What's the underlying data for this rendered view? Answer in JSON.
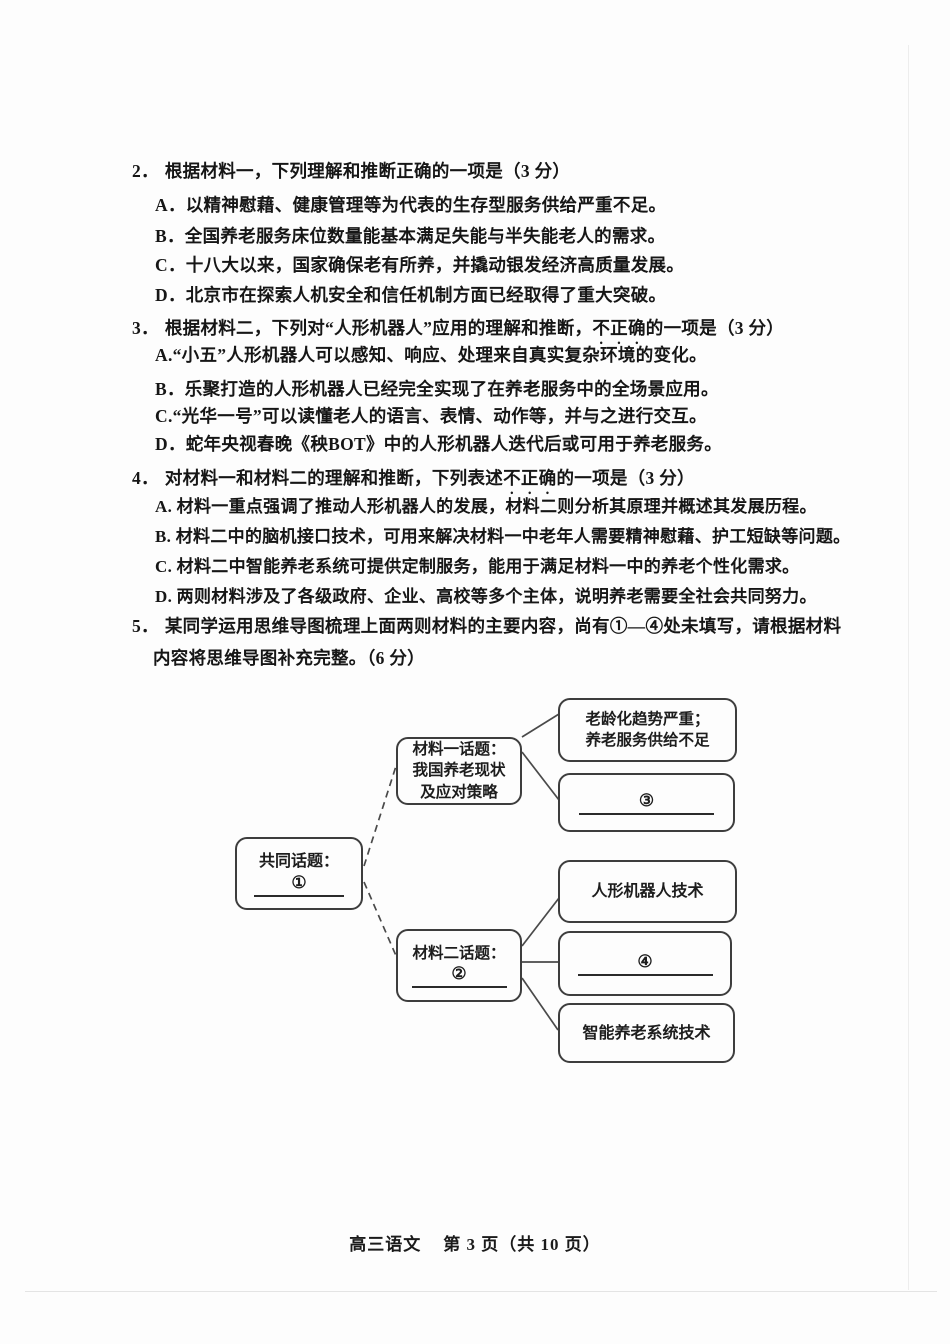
{
  "questions": {
    "q2": {
      "number": "2．",
      "title": "根据材料一，下列理解和推断正确的一项是（3 分）",
      "options": [
        "A．以精神慰藉、健康管理等为代表的生存型服务供给严重不足。",
        "B．全国养老服务床位数量能基本满足失能与半失能老人的需求。",
        "C．十八大以来，国家确保老有所养，并撬动银发经济高质量发展。",
        "D．北京市在探索人机安全和信任机制方面已经取得了重大突破。"
      ]
    },
    "q3": {
      "number": "3．",
      "title_before": "根据材料二，下列对“人形机器人”应用的理解和推断，",
      "title_emph": "不正确",
      "title_after": "的一项是（3 分）",
      "options": [
        "A.“小五”人形机器人可以感知、响应、处理来自真实复杂环境的变化。",
        "B．乐聚打造的人形机器人已经完全实现了在养老服务中的全场景应用。",
        "C.“光华一号”可以读懂老人的语言、表情、动作等，并与之进行交互。",
        "D．蛇年央视春晚《秧BOT》中的人形机器人迭代后或可用于养老服务。"
      ]
    },
    "q4": {
      "number": "4．",
      "title_before": "对材料一和材料二的理解和推断，下列表述",
      "title_emph": "不正确",
      "title_after": "的一项是（3 分）",
      "options": [
        "A. 材料一重点强调了推动人形机器人的发展，材料二则分析其原理并概述其发展历程。",
        "B. 材料二中的脑机接口技术，可用来解决材料一中老年人需要精神慰藉、护工短缺等问题。",
        "C. 材料二中智能养老系统可提供定制服务，能用于满足材料一中的养老个性化需求。",
        "D. 两则材料涉及了各级政府、企业、高校等多个主体，说明养老需要全社会共同努力。"
      ]
    },
    "q5": {
      "number": "5．",
      "line1": "某同学运用思维导图梳理上面两则材料的主要内容，尚有①—④处未填写，请根据材料",
      "line2": "内容将思维导图补充完整。（6 分）"
    }
  },
  "diagram": {
    "root": {
      "label": "共同话题：",
      "blank": "①"
    },
    "material1": {
      "lines": [
        "材料一话题：",
        "我国养老现状",
        "及应对策略"
      ]
    },
    "material2": {
      "label": "材料二话题：",
      "blank": "②"
    },
    "m1_leaf1": {
      "lines": [
        "老龄化趋势严重；",
        "养老服务供给不足"
      ]
    },
    "m1_leaf2": {
      "blank": "③"
    },
    "m2_leaf1": {
      "label": "人形机器人技术"
    },
    "m2_leaf2": {
      "blank": "④"
    },
    "m2_leaf3": {
      "label": "智能养老系统技术"
    }
  },
  "footer": {
    "course": "高三语文",
    "page_info": "第 3 页（共 10 页）"
  }
}
